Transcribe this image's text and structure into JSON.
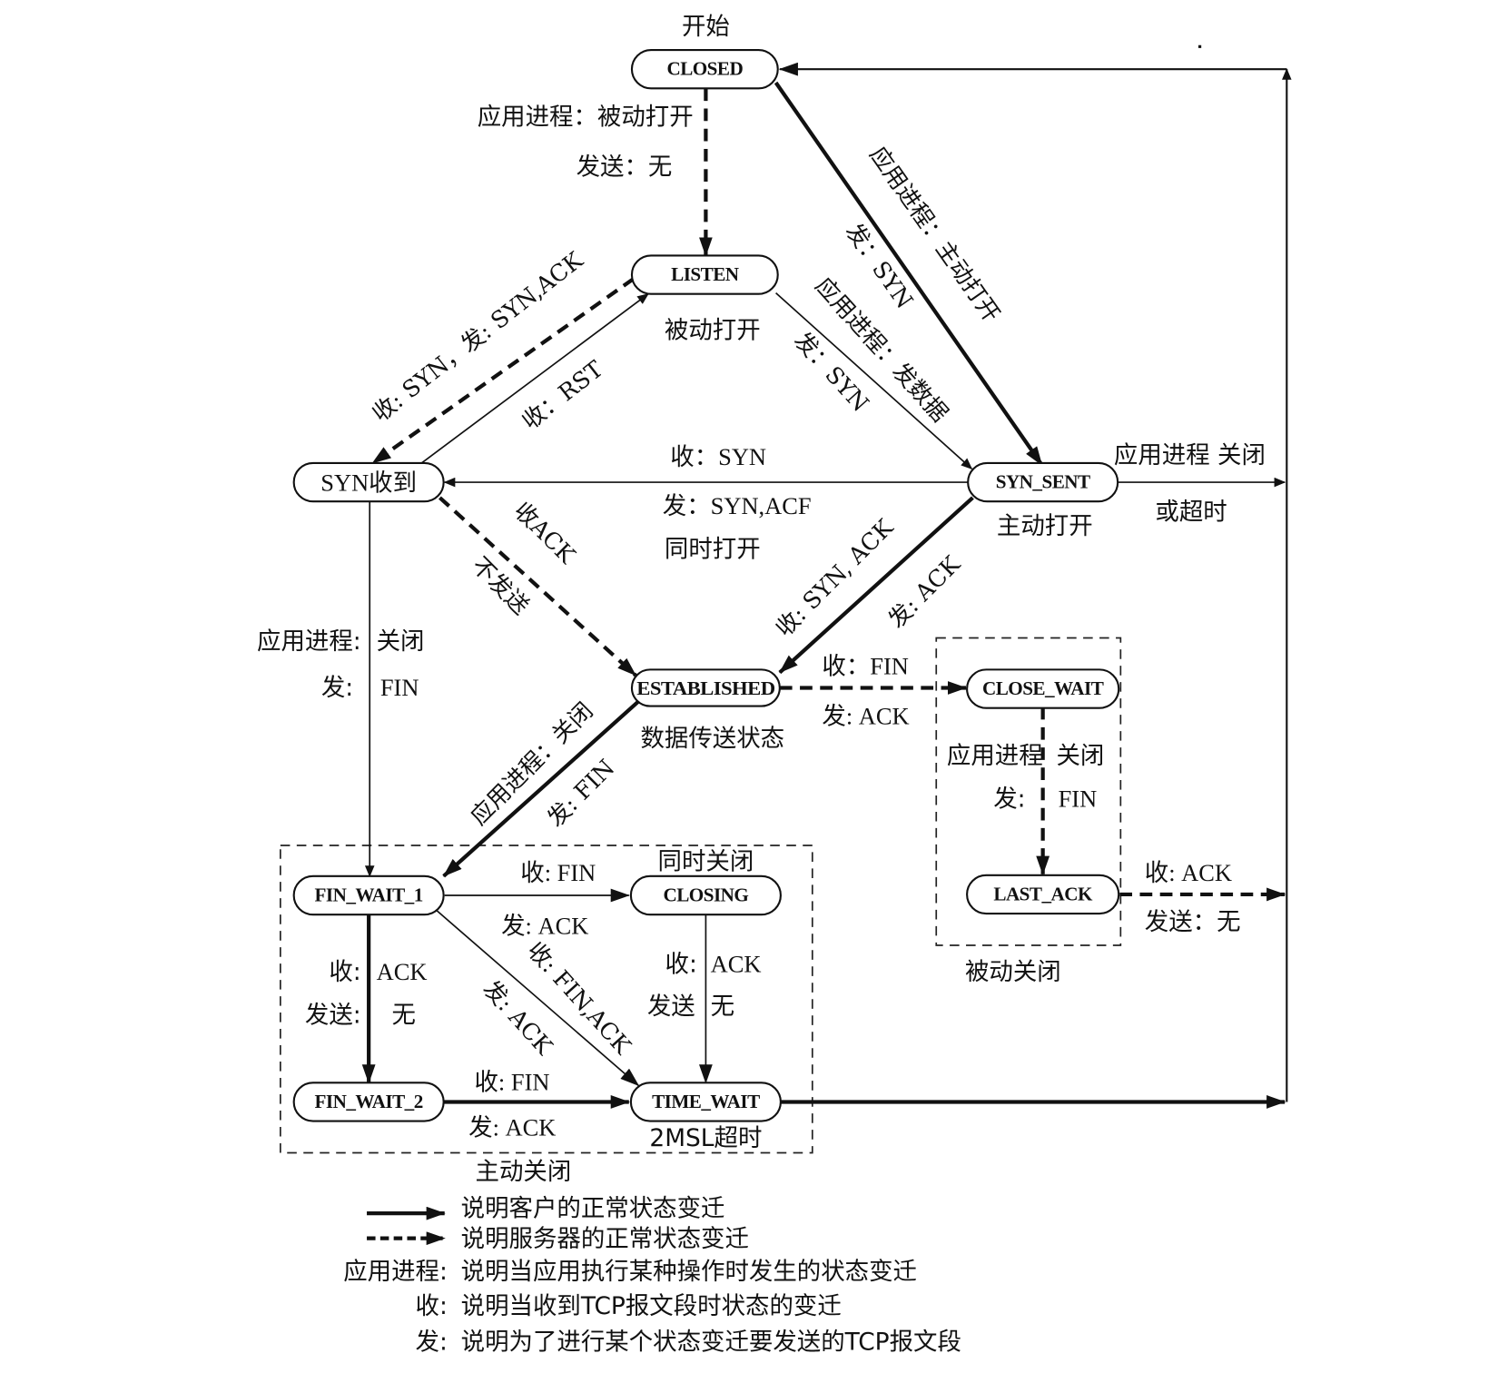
{
  "title": "开始",
  "states": {
    "closed": "CLOSED",
    "listen": "LISTEN",
    "syn_rcvd": "SYN收到",
    "syn_sent": "SYN_SENT",
    "established": "ESTABLISHED",
    "close_wait": "CLOSE_WAIT",
    "last_ack": "LAST_ACK",
    "fin_wait_1": "FIN_WAIT_1",
    "fin_wait_2": "FIN_WAIT_2",
    "closing": "CLOSING",
    "time_wait": "TIME_WAIT"
  },
  "state_notes": {
    "listen": "被动打开",
    "syn_sent": "主动打开",
    "established": "数据传送状态",
    "closing": "同时关闭",
    "time_wait": "2MSL超时"
  },
  "groups": {
    "active_close": "主动关闭",
    "passive_close": "被动关闭"
  },
  "transitions": {
    "closed_listen": [
      "应用进程：被动打开",
      "发送：无"
    ],
    "closed_synsent": [
      "应用进程：主动打开",
      "发：SYN"
    ],
    "listen_synsent": [
      "应用进程：发数据",
      "发：SYN"
    ],
    "listen_synrcvd": "收: SYN，发: SYN,ACK",
    "synrcvd_listen": "收：RST",
    "synsent_synrcvd": [
      "收：SYN",
      "发：SYN,ACF",
      "同时打开"
    ],
    "synsent_closed": [
      "应用进程 关闭",
      "或超时"
    ],
    "synrcvd_established": [
      "收ACK",
      "不发送"
    ],
    "synsent_established": [
      "收: SYN, ACK",
      "发: ACK"
    ],
    "synrcvd_finwait1": [
      "应用进程:",
      "关闭",
      "发:",
      "FIN"
    ],
    "established_finwait1": [
      "应用进程：关闭",
      "发: FIN"
    ],
    "established_closewait": [
      "收：FIN",
      "发: ACK"
    ],
    "closewait_lastack": [
      "应用进程",
      "关闭",
      "发:",
      "FIN"
    ],
    "lastack_closed": [
      "收: ACK",
      "发送：无"
    ],
    "finwait1_closing": [
      "收: FIN",
      "发: ACK"
    ],
    "finwait1_finwait2": [
      "收:",
      "ACK",
      "发送:",
      "无"
    ],
    "finwait1_timewait": [
      "收: FIN,ACK",
      "发: ACK"
    ],
    "closing_timewait": [
      "收:",
      "ACK",
      "发送",
      "无"
    ],
    "finwait2_timewait": [
      "收: FIN",
      "发: ACK"
    ]
  },
  "legend": {
    "client_arrow": "说明客户的正常状态变迁",
    "server_arrow": "说明服务器的正常状态变迁",
    "app_key": "应用进程:",
    "app_desc": "说明当应用执行某种操作时发生的状态变迁",
    "recv_key": "收:",
    "recv_desc": "说明当收到TCP报文段时状态的变迁",
    "send_key": "发:",
    "send_desc": "说明为了进行某个状态变迁要发送的TCP报文段"
  }
}
